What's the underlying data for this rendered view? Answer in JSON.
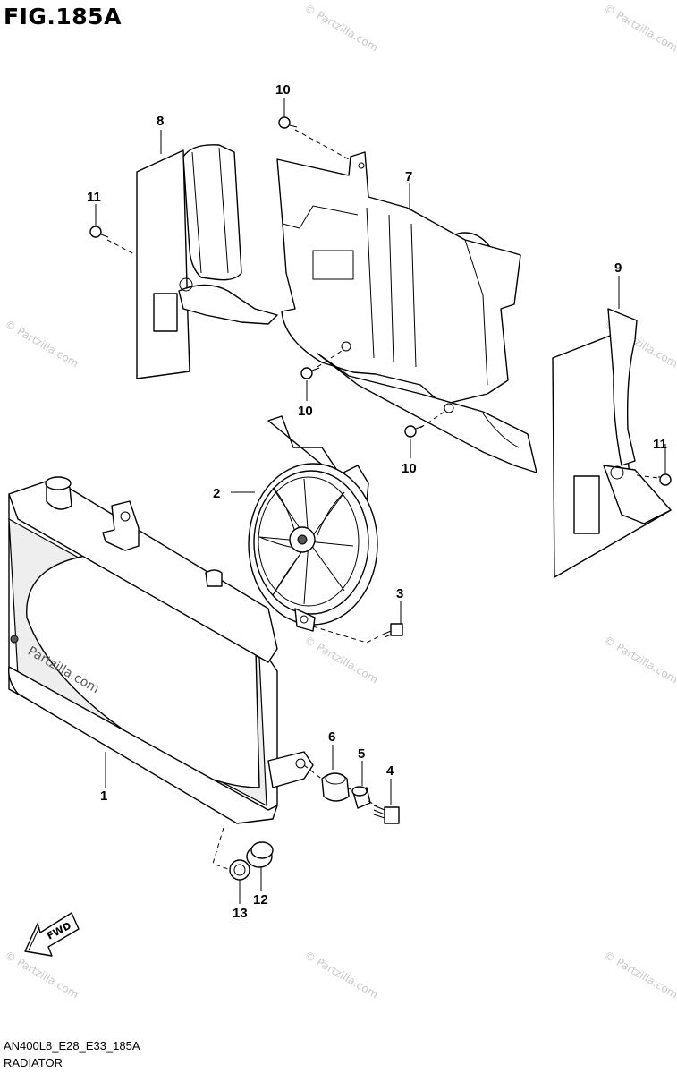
{
  "figure": {
    "title": "FIG.185A"
  },
  "footer": {
    "model_code": "AN400L8_E28_E33_185A",
    "section_name": "RADIATOR"
  },
  "watermark": {
    "text": "© Partzilla.com",
    "brand_text": "Partzilla.com"
  },
  "fwd_arrow": {
    "label": "FWD"
  },
  "callouts": [
    {
      "id": "c1",
      "label": "1",
      "part": "radiator"
    },
    {
      "id": "c2",
      "label": "2",
      "part": "cooling-fan"
    },
    {
      "id": "c3",
      "label": "3",
      "part": "fan-bolt"
    },
    {
      "id": "c4",
      "label": "4",
      "part": "radiator-bolt"
    },
    {
      "id": "c5",
      "label": "5",
      "part": "collar"
    },
    {
      "id": "c6",
      "label": "6",
      "part": "cushion"
    },
    {
      "id": "c7",
      "label": "7",
      "part": "radiator-cover"
    },
    {
      "id": "c8",
      "label": "8",
      "part": "left-side-cover"
    },
    {
      "id": "c9",
      "label": "9",
      "part": "right-side-cover"
    },
    {
      "id": "c10a",
      "label": "10",
      "part": "screw"
    },
    {
      "id": "c10b",
      "label": "10",
      "part": "screw"
    },
    {
      "id": "c10c",
      "label": "10",
      "part": "screw"
    },
    {
      "id": "c11a",
      "label": "11",
      "part": "screw"
    },
    {
      "id": "c11b",
      "label": "11",
      "part": "screw"
    },
    {
      "id": "c12",
      "label": "12",
      "part": "cap"
    },
    {
      "id": "c13",
      "label": "13",
      "part": "o-ring"
    }
  ]
}
